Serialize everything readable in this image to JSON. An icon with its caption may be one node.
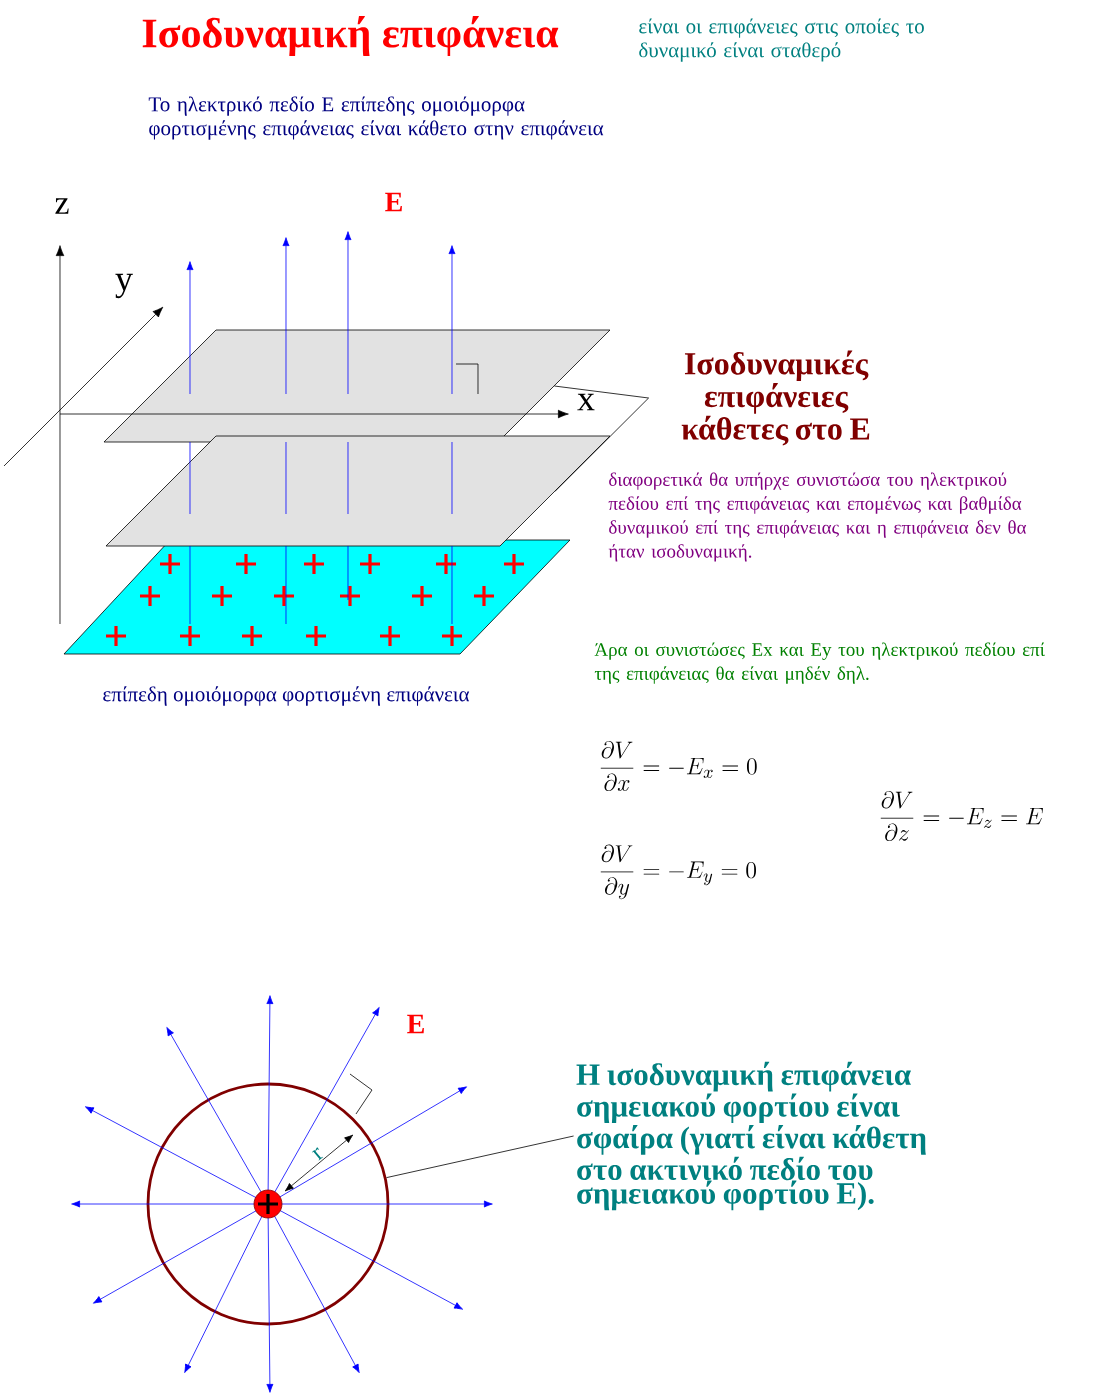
{
  "diagram": {
    "title": "Ισοδυναμική επιφάνεια",
    "nodes": [
      {
        "text": [
          "Ισοδυναμικές επιφάνειες κάθετες στο Ε"
        ]
      },
      {
        "text": [],
        "shape": "box"
      },
      {
        "text": [],
        "shape": "box"
      },
      {
        "text": [
          "Η ισοδυναμική επιφάνεια σημειακού φορτίου είναι σφαίρα (γιατί είναι κάθετη στο ακτινικό πεδίο του σημειακού φορτίου Ε)."
        ]
      },
      {
        "text": [],
        "shape": "circle"
      }
    ],
    "edges": [
      {
        "from": 0,
        "to": 1,
        "arrow": "none"
      },
      {
        "from": 0,
        "to": 2,
        "arrow": "none"
      },
      {
        "from": 3,
        "to": 4,
        "arrow": "none"
      }
    ],
    "labels": [
      "είναι οι επιφάνειες στις οποίες το δυναμικό είναι σταθερό",
      "Το ηλεκτρικό πεδίο Ε επίπεδης ομοιόμορφα φορτισμένης επιφάνειας είναι κάθετο στην επιφάνεια",
      "z",
      "E",
      "y",
      "x",
      "διαφορετικά θα υπήρχε συνιστώσα του ηλεκτρικού πεδίου επί της επιφάνειας και επομένως και βαθμίδα δυναμικού επί της επιφάνειας και η επιφάνεια δεν θα ήταν ισοδυναμική.",
      "επίπεδη ομοιόμορφα φορτισμένη επιφάνεια",
      "Άρα οι συνιστώσες Ex και Ey του ηλεκτρικού πεδίου επί της επιφάνειας θα είναι μηδέν δηλ.",
      "\\frac{\\partial V}{\\partial x} = -E_x = 0",
      "\\frac{\\partial V}{\\partial z} = -E_z = E",
      "\\frac{\\partial V}{\\partial y} = -E_y = 0",
      "E",
      "r"
    ]
  }
}
